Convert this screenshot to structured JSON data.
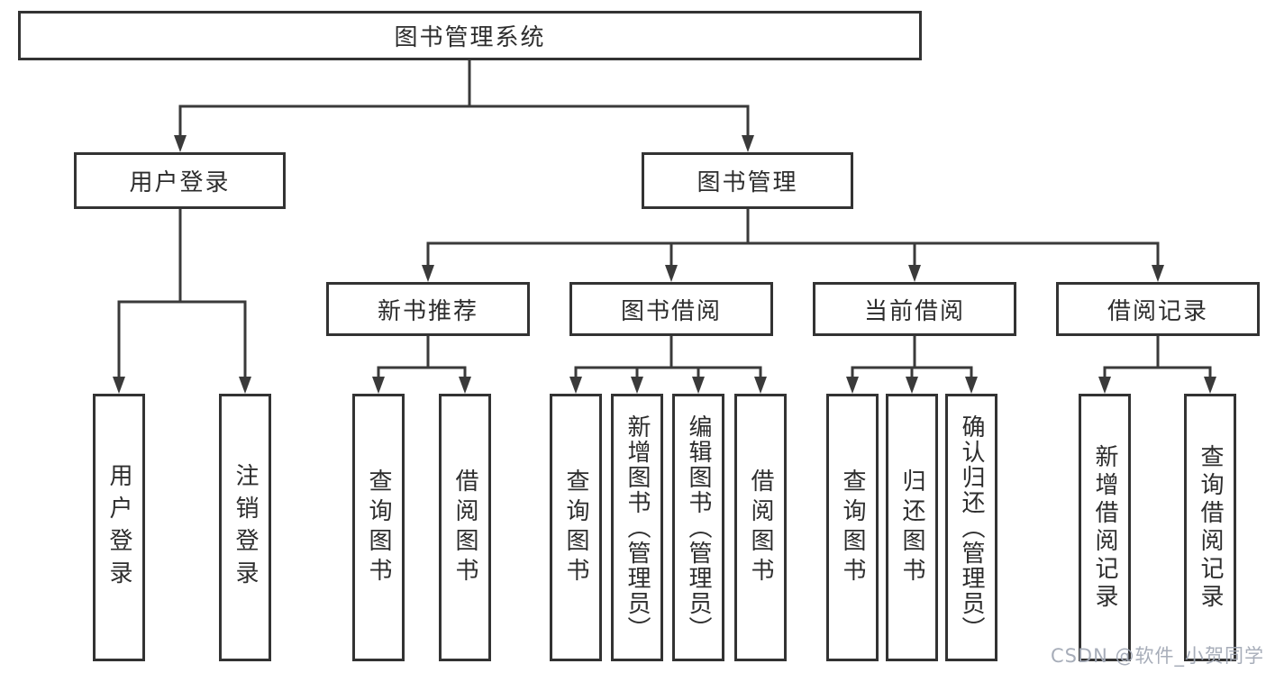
{
  "nodes": {
    "root": "图书管理系统",
    "login": {
      "label": "用户登录",
      "children": [
        "用户登录",
        "注销登录"
      ]
    },
    "mgmt": {
      "label": "图书管理"
    },
    "groups": [
      {
        "label": "新书推荐",
        "children": [
          "查询图书",
          "借阅图书"
        ]
      },
      {
        "label": "图书借阅",
        "children": [
          "查询图书",
          "新增图书（管理员）",
          "编辑图书（管理员）",
          "借阅图书"
        ]
      },
      {
        "label": "当前借阅",
        "children": [
          "查询图书",
          "归还图书",
          "确认归还（管理员）"
        ]
      },
      {
        "label": "借阅记录",
        "children": [
          "新增借阅记录",
          "查询借阅记录"
        ]
      }
    ]
  },
  "watermark": "CSDN @软件_小贺同学",
  "colors": {
    "line": "#3a3a3a",
    "box_border": "#333333",
    "text": "#2d2d2d",
    "watermark": "#a2a9b5"
  }
}
